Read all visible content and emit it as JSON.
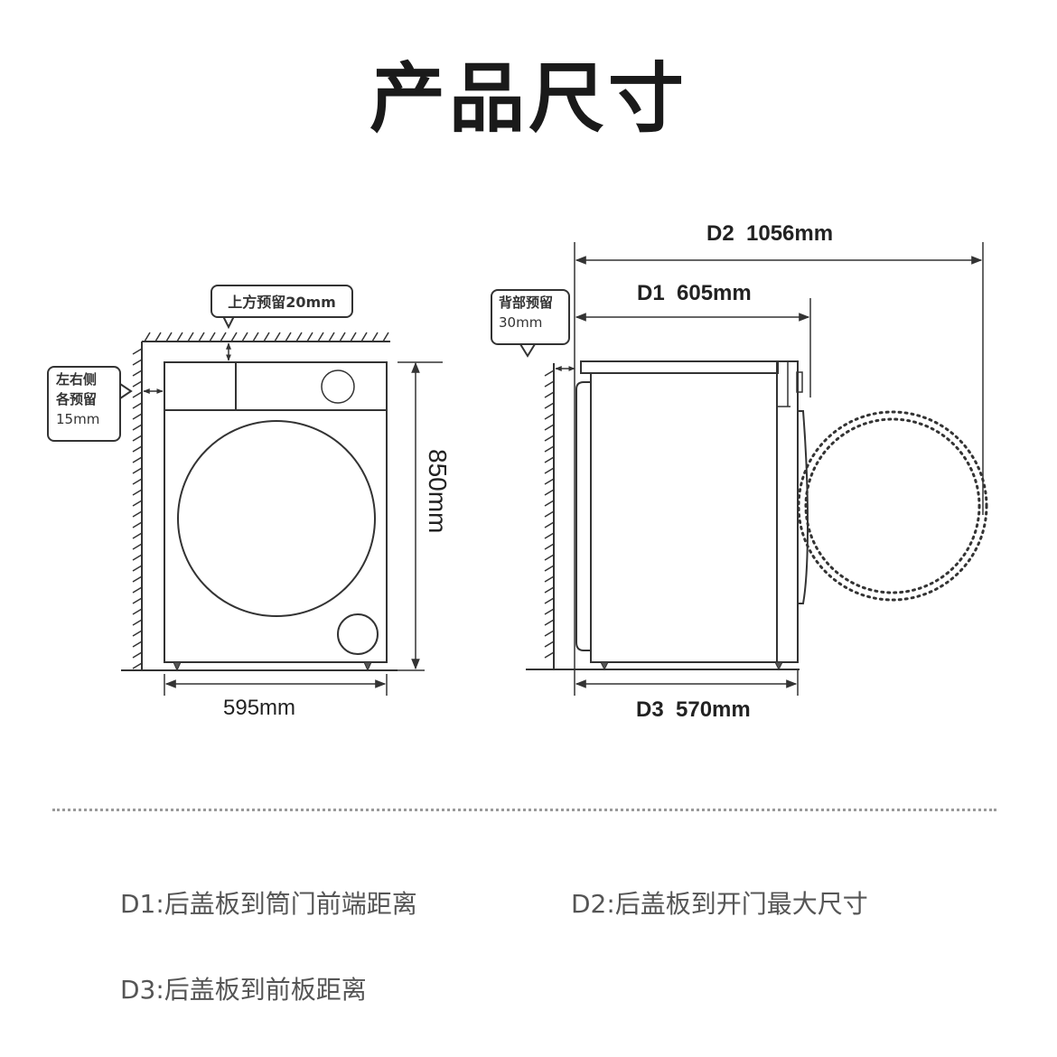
{
  "title": "产品尺寸",
  "front_view": {
    "callout_top": "上方预留20mm",
    "callout_side": [
      "左右侧",
      "各预留",
      "15mm"
    ],
    "width_label": "595mm",
    "height_label": "850mm"
  },
  "side_view": {
    "callout_back": [
      "背部预留",
      "30mm"
    ],
    "d2_label": "D2  1056mm",
    "d1_label": "D1  605mm",
    "d3_label": "D3  570mm"
  },
  "dimensions": {
    "width_mm": 595,
    "height_mm": 850,
    "d1_mm": 605,
    "d2_mm": 1056,
    "d3_mm": 570,
    "top_clearance_mm": 20,
    "side_clearance_mm": 15,
    "back_clearance_mm": 30
  },
  "legend": {
    "d1": "D1:后盖板到筒门前端距离",
    "d2": "D2:后盖板到开门最大尺寸",
    "d3": "D3:后盖板到前板距离"
  },
  "colors": {
    "line": "#333333",
    "text": "#1a1a1a",
    "legend_text": "#555555",
    "separator": "#9a9a9a"
  }
}
